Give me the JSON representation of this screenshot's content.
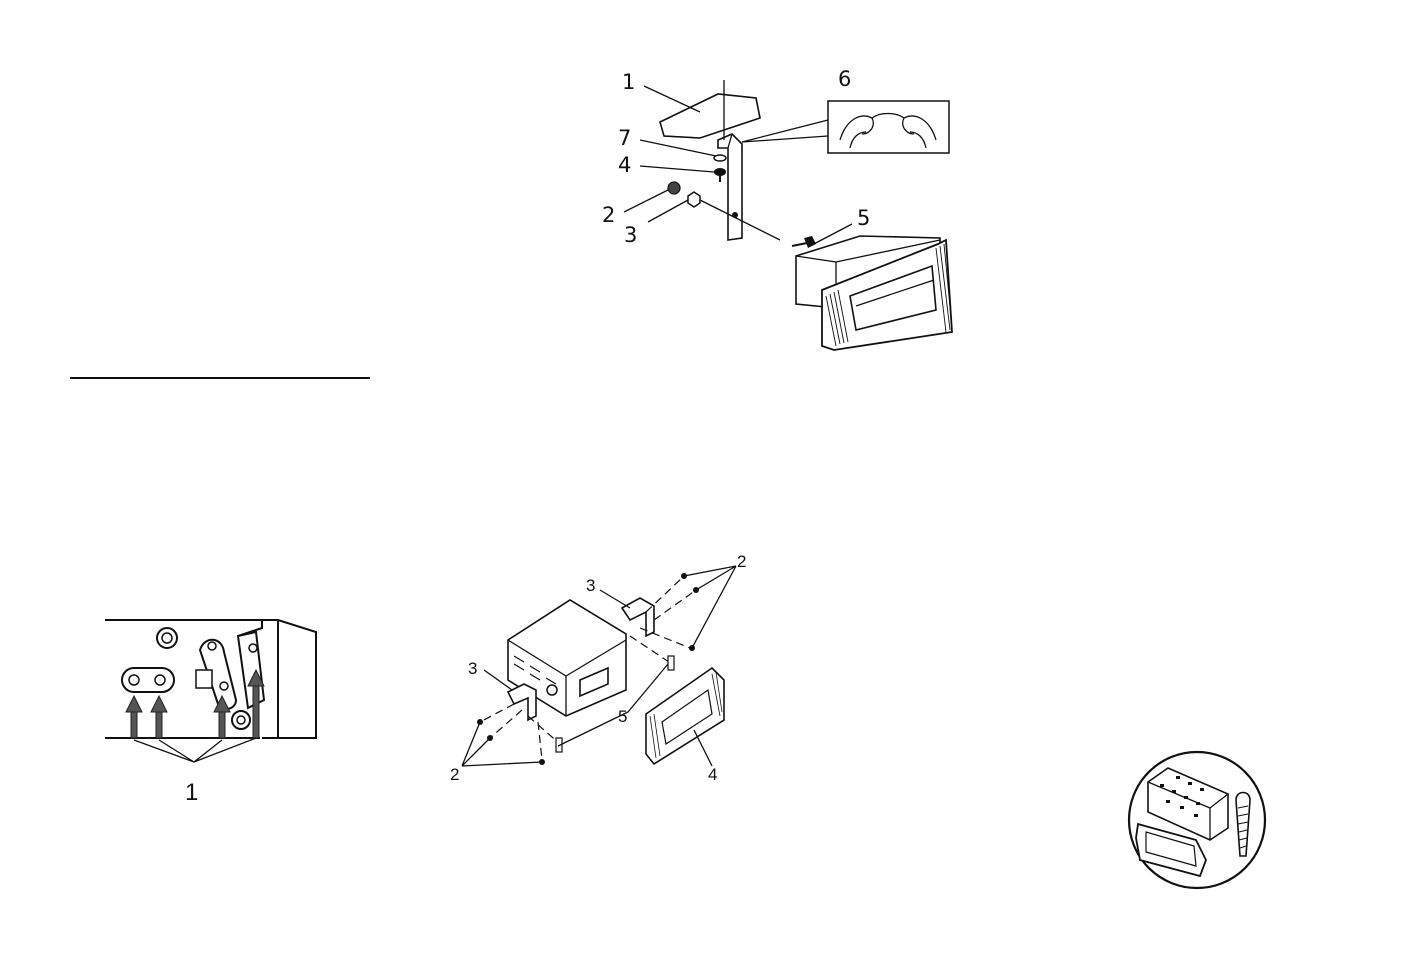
{
  "figure_top": {
    "labels": [
      "1",
      "6",
      "7",
      "4",
      "2",
      "3",
      "5"
    ]
  },
  "figure_middle": {
    "labels": [
      "3",
      "2",
      "3",
      "5",
      "2",
      "4"
    ]
  },
  "figure_left": {
    "labels": [
      "1"
    ]
  },
  "figure_circle": {
    "labels": []
  }
}
